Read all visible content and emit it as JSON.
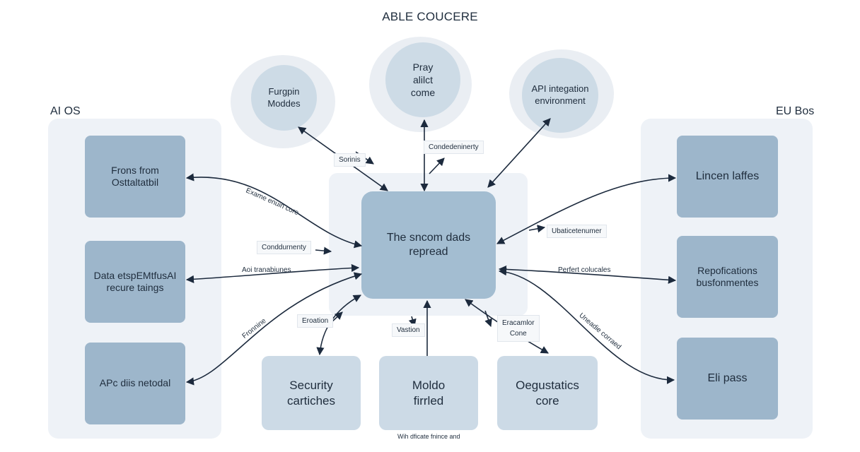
{
  "title": "ABLE COUCERE",
  "left_group": {
    "label": "AI OS",
    "boxes": [
      "Frons from\nOsttaltatbil",
      "Data etspEMtfusAI\nrecure taings",
      "APc diis netodal"
    ]
  },
  "right_group": {
    "label": "EU Bos",
    "boxes": [
      "Lincen laffes",
      "Repofications\nbusfonmentes",
      "Eli pass"
    ]
  },
  "top_nodes": [
    "Furgpin\nModdes",
    "Pray\nalilct\ncome",
    "API integation\nenvironment"
  ],
  "center_node": "The sncom dads\nrepread",
  "bottom_nodes": [
    "Security\ncartiches",
    "Moldo\nfirrled",
    "Oegustatics\ncore"
  ],
  "edge_labels": {
    "sorinis": "Sorinis",
    "condedeninerty": "Condedeninerty",
    "ubatic": "Ubaticetenumer",
    "conddurnenty": "Conddurnenty",
    "aoi": "Aoi tranabiunes",
    "perfert": "Perfert colucales",
    "eroation": "Eroation",
    "vastion": "Vastion",
    "eracamlor": "Eracamlor\nCone",
    "rot_left_top": "Exame enuin core",
    "rot_left_bottom": "Fronnine",
    "rot_right_bottom": "Uneadie corraed"
  },
  "footer": "Wih dficate fnince and",
  "colors": {
    "panel": "#eef2f7",
    "box": "#9db6cb",
    "light_box": "#ccdae6",
    "circle": "#cddbe6",
    "arrow": "#1c2a3d"
  }
}
